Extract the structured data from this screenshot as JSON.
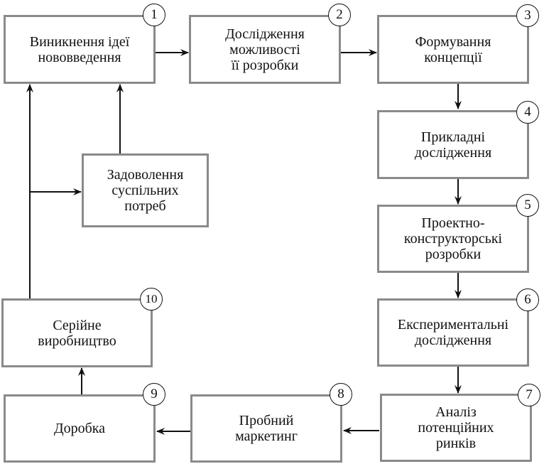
{
  "diagram": {
    "steps": [
      {
        "id": "1",
        "label": "Виникнення ідеї\nнововведення"
      },
      {
        "id": "2",
        "label": "Дослідження\nможливості\nїї розробки"
      },
      {
        "id": "3",
        "label": "Формування\nконцепції"
      },
      {
        "id": "4",
        "label": "Прикладні\nдослідження"
      },
      {
        "id": "5",
        "label": "Проектно-\nконструкторські\nрозробки"
      },
      {
        "id": "6",
        "label": "Експериментальні\nдослідження"
      },
      {
        "id": "7",
        "label": "Аналіз\nпотенційних\nринків"
      },
      {
        "id": "8",
        "label": "Пробний\nмаркетинг"
      },
      {
        "id": "9",
        "label": "Доробка"
      },
      {
        "id": "10",
        "label": "Серійне\nвиробництво"
      }
    ],
    "extra": {
      "label": "Задоволення\nсуспільних\nпотреб"
    },
    "edges": [
      {
        "from": "1",
        "to": "2"
      },
      {
        "from": "2",
        "to": "3"
      },
      {
        "from": "3",
        "to": "4"
      },
      {
        "from": "4",
        "to": "5"
      },
      {
        "from": "5",
        "to": "6"
      },
      {
        "from": "6",
        "to": "7"
      },
      {
        "from": "7",
        "to": "8"
      },
      {
        "from": "8",
        "to": "9"
      },
      {
        "from": "9",
        "to": "10"
      },
      {
        "from": "10",
        "to": "1"
      },
      {
        "from": "10",
        "to": "social-needs"
      },
      {
        "from": "social-needs",
        "to": "1"
      }
    ],
    "colors": {
      "box_border": "#8a8a8a",
      "line": "#111111"
    }
  }
}
